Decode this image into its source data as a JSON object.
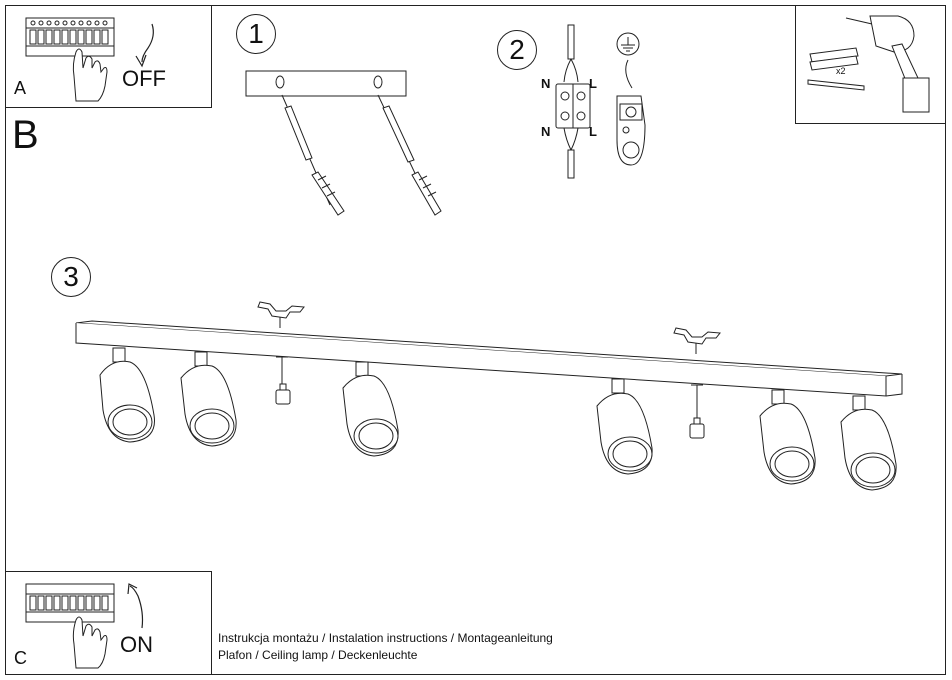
{
  "panel_a": {
    "letter": "A",
    "state": "OFF"
  },
  "panel_b": {
    "letter": "B"
  },
  "panel_c": {
    "letter": "C",
    "state": "ON"
  },
  "steps": [
    "1",
    "2",
    "3"
  ],
  "wiring": {
    "n_top": "N",
    "l_top": "L",
    "n_bottom": "N",
    "l_bottom": "L",
    "screw_count": "x2"
  },
  "captions": {
    "line1": "Instrukcja montażu / Instalation instructions / Montageanleitung",
    "line2": "Plafon / Ceiling lamp / Deckenleuchte"
  },
  "icons": [
    "breaker-panel-icon",
    "hand-icon",
    "arrow-down-icon",
    "arrow-up-icon",
    "ground-symbol-icon",
    "drill-icon",
    "wall-plug-icon",
    "screw-icon"
  ]
}
